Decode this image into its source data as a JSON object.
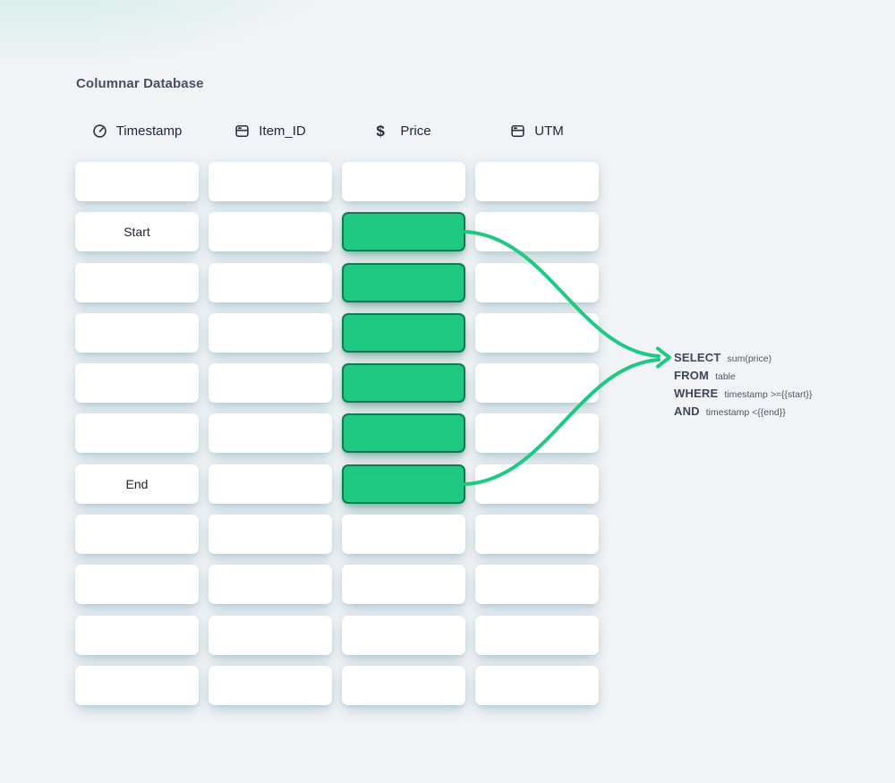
{
  "title": "Columnar Database",
  "columns": [
    {
      "name": "Timestamp",
      "icon": "gauge-icon"
    },
    {
      "name": "Item_ID",
      "icon": "server-icon"
    },
    {
      "name": "Price",
      "icon": "dollar-icon",
      "icon_glyph": "$"
    },
    {
      "name": "UTM",
      "icon": "server-icon"
    }
  ],
  "grid": {
    "rows": 11,
    "cols": 4,
    "labels": [
      {
        "row": 2,
        "col": 1,
        "text": "Start"
      },
      {
        "row": 7,
        "col": 1,
        "text": "End"
      }
    ],
    "highlighted": {
      "col": 3,
      "rows": [
        2,
        3,
        4,
        5,
        6,
        7
      ]
    }
  },
  "query": {
    "lines": [
      {
        "keyword": "SELECT",
        "argument": "sum(price)"
      },
      {
        "keyword": "FROM",
        "argument": "table"
      },
      {
        "keyword": "WHERE",
        "argument": "timestamp >={{start}}"
      },
      {
        "keyword": "AND",
        "argument": "timestamp <{{end}}"
      }
    ]
  },
  "colors": {
    "background": "#f1f3f6",
    "cell": "#ffffff",
    "highlight": "#1fc982",
    "highlight_border": "#117a55",
    "arrow": "#1ec980",
    "title_text": "#474f63",
    "header_text": "#1d2736",
    "keyword_text": "#3d4759",
    "argument_text": "#4d5765"
  }
}
